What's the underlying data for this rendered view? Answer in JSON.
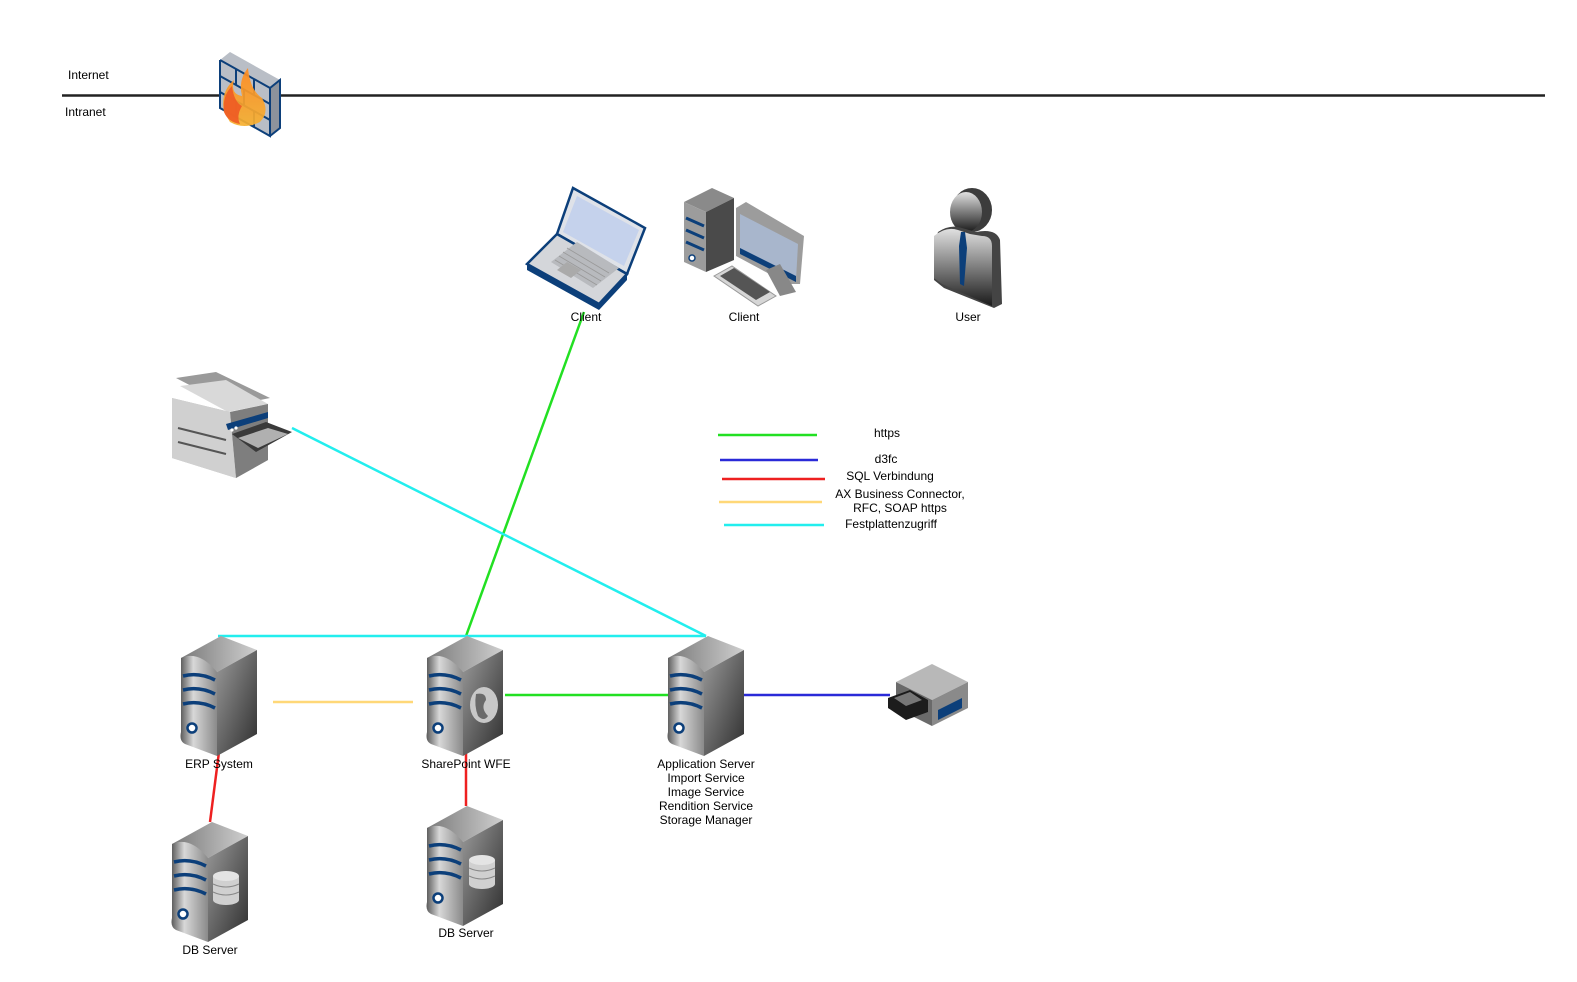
{
  "zones": {
    "top_label": "Internet",
    "bottom_label": "Intranet"
  },
  "nodes": {
    "firewall": {
      "label": "",
      "icon": "firewall-icon"
    },
    "laptop_client": {
      "label": "Client",
      "icon": "laptop-icon"
    },
    "desktop_client": {
      "label": "Client",
      "icon": "desktop-computer-icon"
    },
    "user": {
      "label": "User",
      "icon": "user-icon"
    },
    "printer": {
      "label": "",
      "icon": "scanner-printer-icon"
    },
    "erp": {
      "label": "ERP System",
      "icon": "server-icon"
    },
    "sharepoint": {
      "label": "SharePoint WFE",
      "icon": "web-server-icon"
    },
    "app_server": {
      "label": "Application Server\nImport Service\nImage Service\nRendition Service\nStorage Manager",
      "icon": "server-icon"
    },
    "storage": {
      "label": "",
      "icon": "storage-drive-icon"
    },
    "db_erp": {
      "label": "DB Server",
      "icon": "database-server-icon"
    },
    "db_sharepoint": {
      "label": "DB Server",
      "icon": "database-server-icon"
    }
  },
  "colors": {
    "https": "#22e022",
    "d3fc": "#2a2ad8",
    "sql": "#ee2020",
    "ax": "#ffd878",
    "disk": "#22eeee",
    "boundary": "#222222",
    "device_blue": "#0c3f7a"
  },
  "legend": [
    {
      "key": "https",
      "label": "https"
    },
    {
      "key": "d3fc",
      "label": "d3fc"
    },
    {
      "key": "sql",
      "label": "SQL Verbindung"
    },
    {
      "key": "ax",
      "label": "AX Business Connector,\nRFC, SOAP https"
    },
    {
      "key": "disk",
      "label": "Festplattenzugriff"
    }
  ],
  "connections": [
    {
      "from": "laptop_client",
      "to": "sharepoint",
      "type": "https"
    },
    {
      "from": "sharepoint",
      "to": "app_server",
      "type": "https"
    },
    {
      "from": "app_server",
      "to": "storage",
      "type": "d3fc"
    },
    {
      "from": "erp",
      "to": "db_erp",
      "type": "sql"
    },
    {
      "from": "sharepoint",
      "to": "db_sharepoint",
      "type": "sql"
    },
    {
      "from": "erp",
      "to": "sharepoint",
      "type": "ax"
    },
    {
      "from": "printer",
      "to": "app_server",
      "type": "disk"
    },
    {
      "from": "erp",
      "to": "app_server",
      "type": "disk"
    }
  ]
}
